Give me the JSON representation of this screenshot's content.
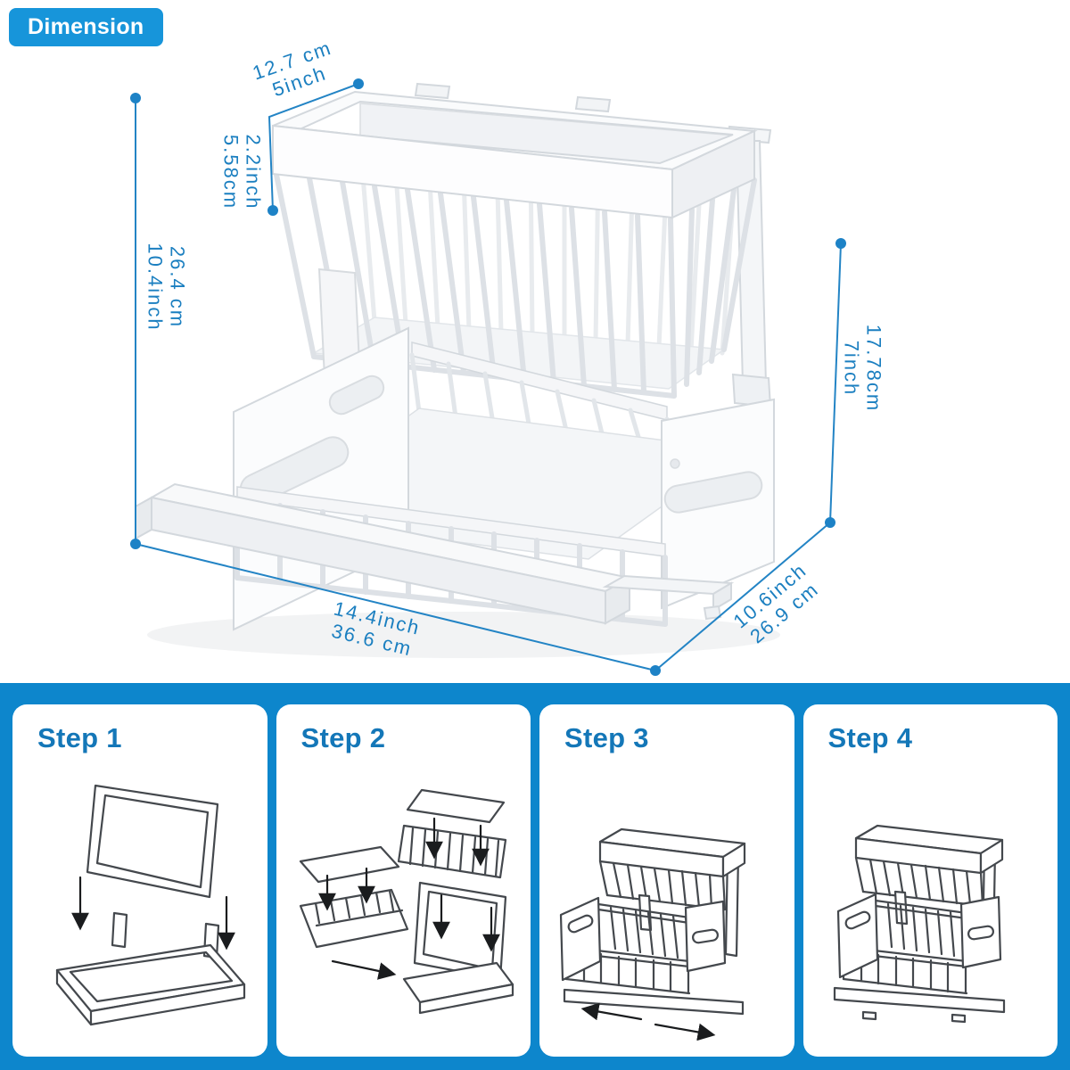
{
  "badge": {
    "label": "Dimension"
  },
  "colors": {
    "badge_blue": "#1795da",
    "dimension_text_blue": "#1b7fc0",
    "dimension_line_blue": "#2384c5",
    "band_blue": "#0d86cc",
    "step_title_blue": "#1477b8",
    "product_line_gray": "#d3d8dd"
  },
  "dims": {
    "top_width": {
      "line1": "12.7 cm",
      "line2": "5inch"
    },
    "basket_height": {
      "line1": "2.2inch",
      "line2": "5.58cm"
    },
    "total_height": {
      "line1": "26.4 cm",
      "line2": "10.4inch"
    },
    "right_height": {
      "line1": "17.78cm",
      "line2": "7inch"
    },
    "bottom_width": {
      "line1": "14.4inch",
      "line2": "36.6 cm"
    },
    "depth": {
      "line1": "10.6inch",
      "line2": "26.9 cm"
    }
  },
  "steps": [
    {
      "title": "Step 1"
    },
    {
      "title": "Step 2"
    },
    {
      "title": "Step 3"
    },
    {
      "title": "Step 4"
    }
  ]
}
